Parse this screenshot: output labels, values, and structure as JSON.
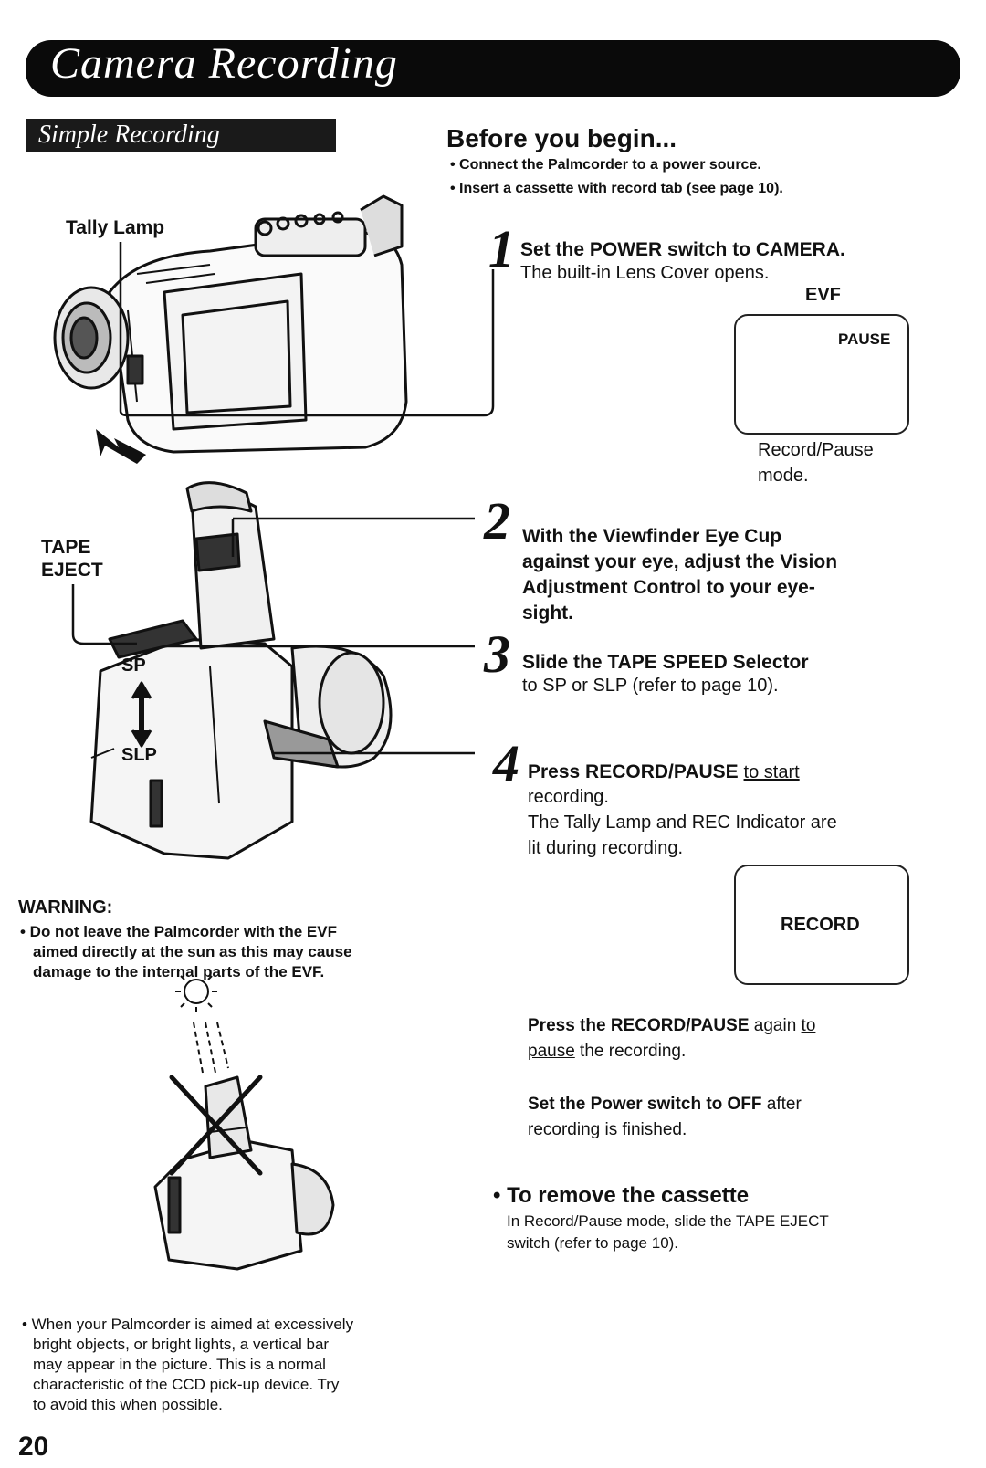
{
  "header": {
    "title": "Camera Recording",
    "section": "Simple Recording"
  },
  "before": {
    "heading": "Before you begin...",
    "bullets": [
      "• Connect the Palmcorder to a power source.",
      "• Insert a cassette with record tab (see page 10)."
    ]
  },
  "labels": {
    "tally_lamp": "Tally Lamp",
    "tape": "TAPE",
    "eject": "EJECT",
    "sp": "SP",
    "slp": "SLP",
    "evf": "EVF"
  },
  "steps": [
    {
      "num": "1",
      "bold": "Set the POWER switch to CAMERA.",
      "body": "The built-in Lens Cover opens."
    },
    {
      "num": "2",
      "bold_lines": [
        "With the Viewfinder Eye Cup",
        "against your eye, adjust the Vision",
        "Adjustment Control to your eye-",
        "sight."
      ]
    },
    {
      "num": "3",
      "bold": "Slide the TAPE SPEED Selector",
      "body": "to SP or SLP (refer to page 10)."
    },
    {
      "num": "4",
      "bold": "Press RECORD/PAUSE",
      "underline": "to start",
      "body_lines": [
        "recording.",
        "The Tally Lamp and REC Indicator are",
        "lit during recording."
      ]
    }
  ],
  "evf_screen": {
    "text": "PAUSE",
    "caption_lines": [
      "Record/Pause",
      "mode."
    ]
  },
  "record_screen": {
    "text": "RECORD"
  },
  "pause_note": {
    "bold": "Press the RECORD/PAUSE",
    "plain": " again ",
    "underline_a": "to",
    "underline_b": "pause",
    "tail": " the recording."
  },
  "off_note": {
    "bold": "Set the Power switch to OFF",
    "tail": " after",
    "line2": "recording is finished."
  },
  "remove": {
    "heading": "• To remove the cassette",
    "lines": [
      "In Record/Pause mode, slide the TAPE EJECT",
      "switch (refer to page 10)."
    ]
  },
  "warning": {
    "heading": "WARNING:",
    "lines": [
      "• Do not leave the Palmcorder with the EVF",
      "aimed directly at the sun as this may cause",
      "damage to the internal parts of the EVF."
    ]
  },
  "bright_note": {
    "lines": [
      "• When your Palmcorder is aimed at excessively",
      "bright objects, or bright lights, a vertical bar",
      "may appear in the picture. This is a normal",
      "characteristic of the CCD pick-up device. Try",
      "to avoid this when possible."
    ]
  },
  "page_number": "20"
}
